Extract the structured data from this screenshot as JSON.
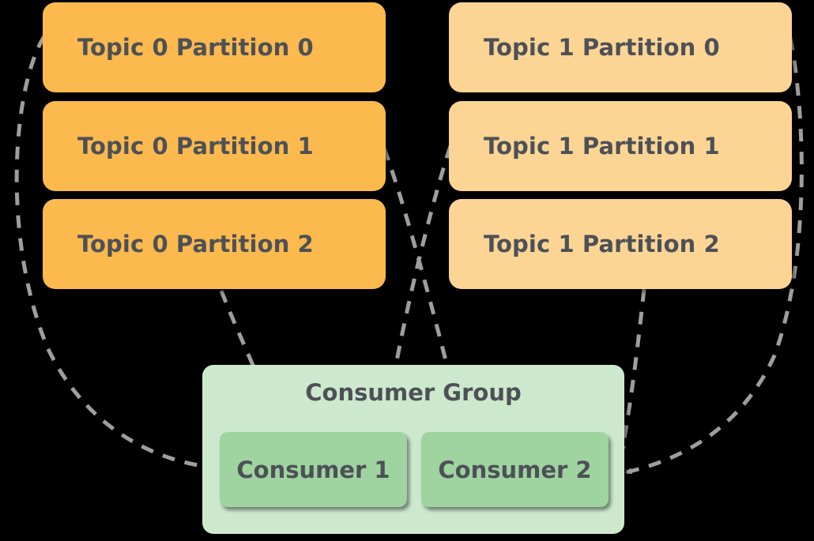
{
  "diagram": {
    "title": "Kafka consumer group partition assignment",
    "background_color": "#000000",
    "text_color": "#4d5156",
    "arrow_color": "#9e9e9e"
  },
  "topics": [
    {
      "name": "Topic 0",
      "color": "#fcb94d",
      "partitions": [
        {
          "label": "Topic 0 Partition 0"
        },
        {
          "label": "Topic 0 Partition 1"
        },
        {
          "label": "Topic 0 Partition 2"
        }
      ]
    },
    {
      "name": "Topic 1",
      "color": "#fcd595",
      "partitions": [
        {
          "label": "Topic 1 Partition 0"
        },
        {
          "label": "Topic 1 Partition 1"
        },
        {
          "label": "Topic 1 Partition 2"
        }
      ]
    }
  ],
  "consumer_group": {
    "label": "Consumer Group",
    "color": "#cde9cd",
    "consumers": [
      {
        "label": "Consumer 1",
        "color": "#9fd3a0"
      },
      {
        "label": "Consumer 2",
        "color": "#9fd3a0"
      }
    ]
  },
  "assignments": [
    {
      "from": "Topic 0 Partition 0",
      "to": "Consumer 1"
    },
    {
      "from": "Topic 0 Partition 1",
      "to": "Consumer 2"
    },
    {
      "from": "Topic 0 Partition 2",
      "to": "Consumer 1"
    },
    {
      "from": "Topic 1 Partition 0",
      "to": "Consumer 1"
    },
    {
      "from": "Topic 1 Partition 0",
      "to": "Consumer 2"
    },
    {
      "from": "Topic 1 Partition 2",
      "to": "Consumer 2"
    }
  ]
}
